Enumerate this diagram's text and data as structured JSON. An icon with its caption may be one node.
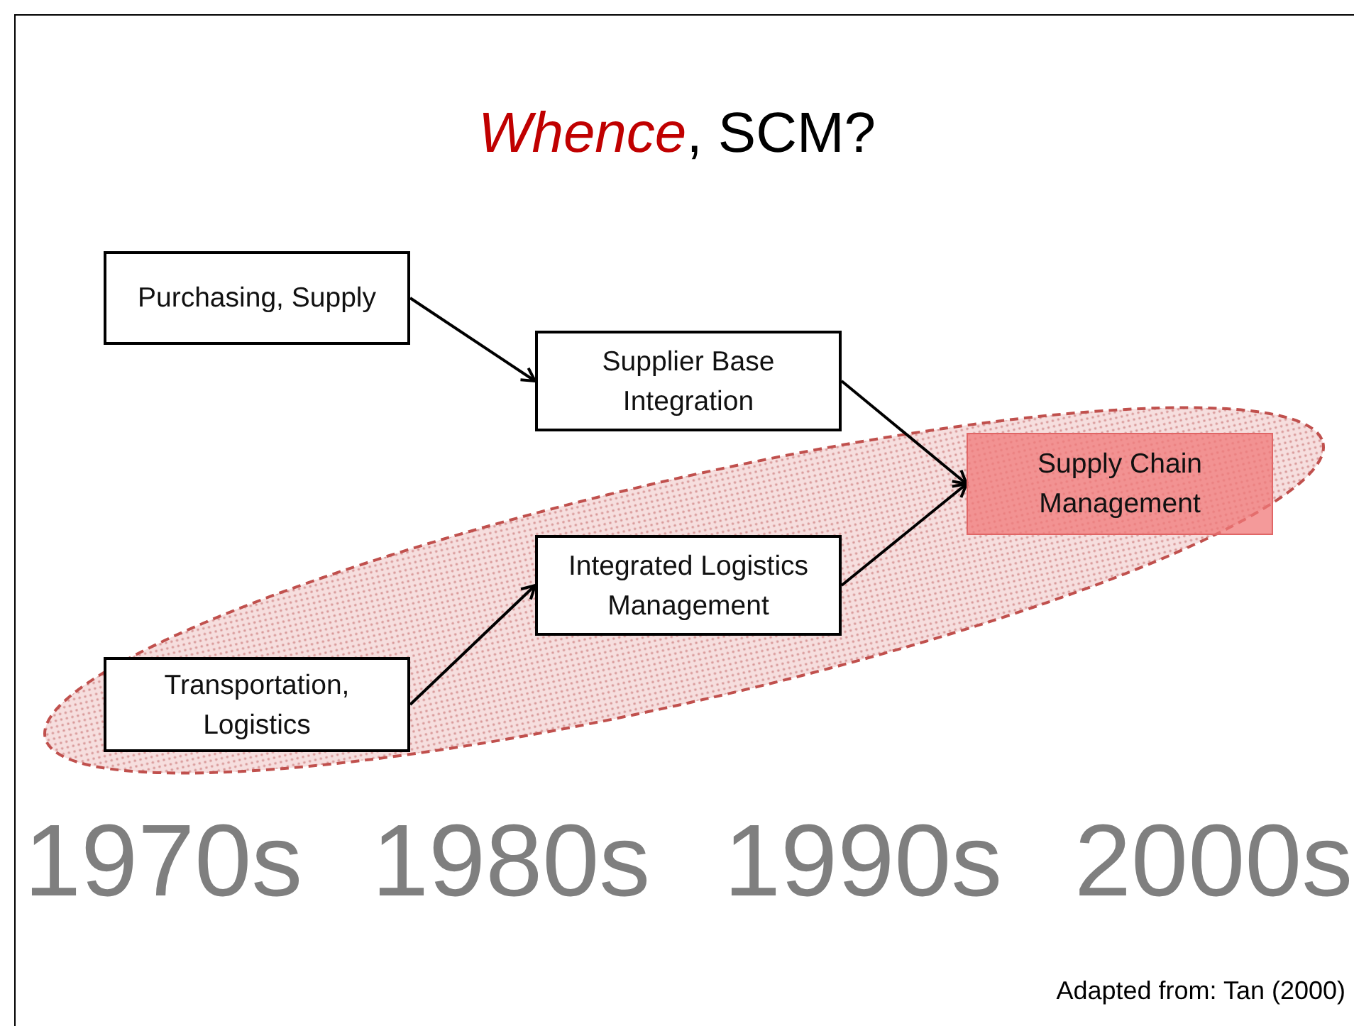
{
  "diagram": {
    "title": "*Whence*, SCM?",
    "nodes": [
      {
        "text": [
          "Purchasing, Supply"
        ]
      },
      {
        "text": [
          "Supplier Base Integration"
        ]
      },
      {
        "text": [
          "Supply Chain Management"
        ]
      },
      {
        "text": [
          "Integrated Logistics Management"
        ]
      },
      {
        "text": [
          "Transportation, Logistics"
        ]
      }
    ],
    "edges": [
      {
        "from": 0,
        "to": 1,
        "arrow": "to"
      },
      {
        "from": 1,
        "to": 2,
        "arrow": "to"
      },
      {
        "from": 4,
        "to": 3,
        "arrow": "to"
      },
      {
        "from": 3,
        "to": 2,
        "arrow": "to"
      }
    ],
    "labels": [
      "1970s",
      "1980s",
      "1990s",
      "2000s",
      "Adapted from: Tan (2000)"
    ]
  }
}
